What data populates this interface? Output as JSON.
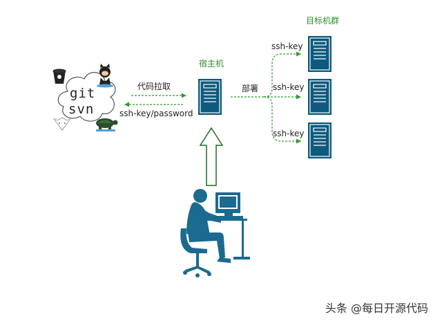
{
  "labels": {
    "target_group": "目标机群",
    "host": "宿主机",
    "deploy": "部署",
    "code_pull": "代码拉取",
    "auth_back": "ssh-key/password",
    "ssh_key": [
      "ssh-key",
      "ssh-key",
      "ssh-key"
    ],
    "vcs_git": "git",
    "vcs_svn": "svn"
  },
  "watermark": "头条 @每日开源代码",
  "colors": {
    "server_blue": "#0d5a7e",
    "arrow_green": "#2e9b2e",
    "person": "#1b6a8f"
  },
  "icons": [
    "bitbucket-icon",
    "github-octocat-icon",
    "gitlab-fox-icon",
    "tortoise-svn-icon",
    "server-icon",
    "person-at-computer-icon"
  ]
}
